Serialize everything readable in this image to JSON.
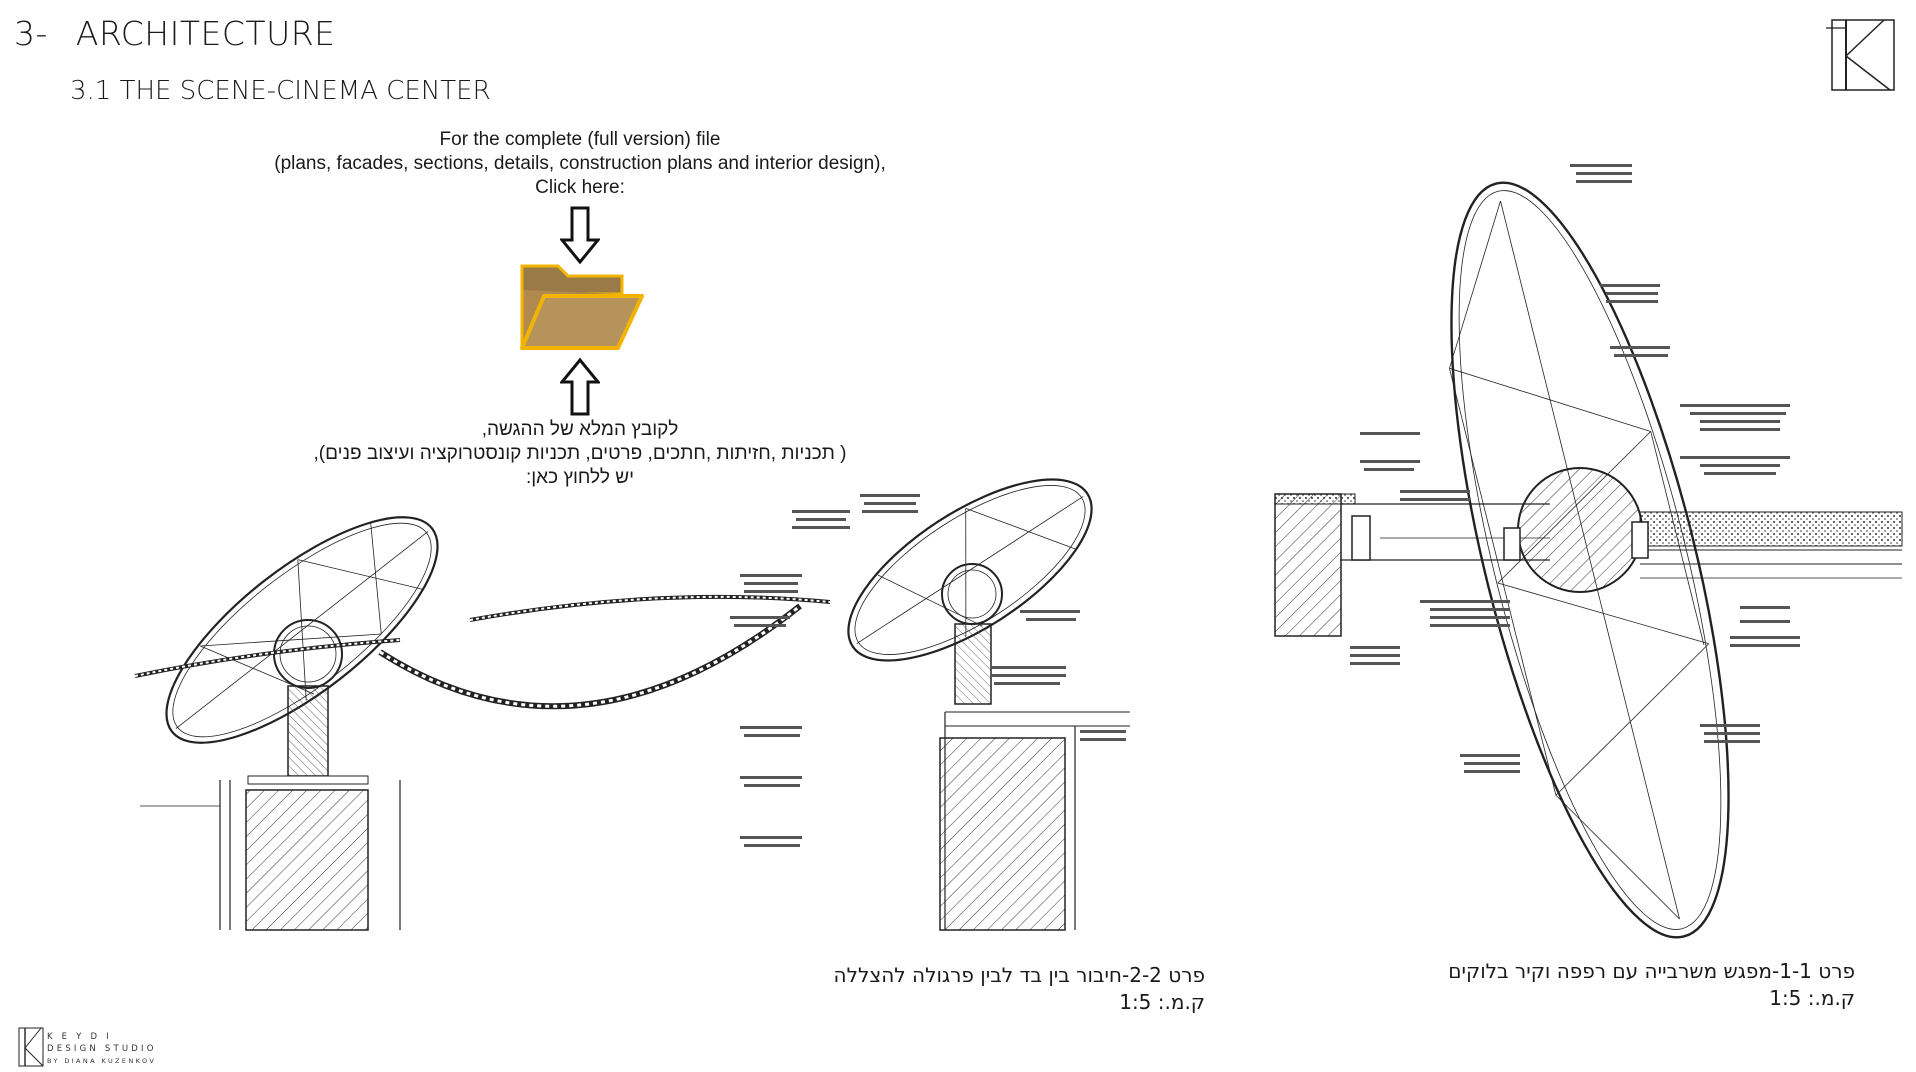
{
  "section": {
    "number": "3-",
    "title": "ARCHITECTURE"
  },
  "subsection": {
    "title": "3.1  THE SCENE-CINEMA CENTER"
  },
  "download": {
    "english_lines": [
      "For the complete (full version) file",
      "(plans, facades, sections, details, construction plans and interior design),",
      "Click here:"
    ],
    "hebrew_lines": [
      "לקובץ המלא של ההגשה,",
      "( תכניות ,חזיתות ,חתכים, פרטים, תכניות קונסטרוקציה ועיצוב פנים),",
      "יש ללחוץ כאן:"
    ],
    "folder_icon": "folder-open-icon",
    "arrow_icon": "down-arrow-icon",
    "folder_color": "#B08A4E",
    "folder_border": "#F2B400"
  },
  "details": [
    {
      "caption": "פרט 2-2-חיבור בין בד לבין פרגולה להצללה",
      "scale": "ק.מ.: 1:5"
    },
    {
      "caption": "פרט 1-1-מפגש משרבייה עם רפפה וקיר בלוקים",
      "scale": "ק.מ.: 1:5"
    }
  ],
  "logo": {
    "studio_line1": "K E Y D I",
    "studio_line2": "DESIGN STUDIO",
    "studio_line3": "BY DIANA KUZENKOV"
  }
}
